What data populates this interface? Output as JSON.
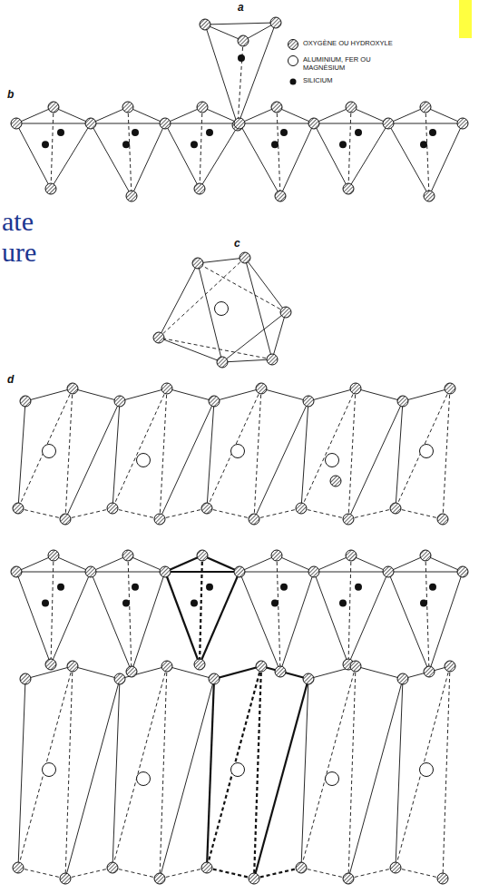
{
  "diagram": {
    "labels": [
      "a",
      "b",
      "c",
      "d",
      "ate",
      "ure"
    ],
    "legend": [
      {
        "text": "OXYGÈNE OU HYDROXYLE"
      },
      {
        "text": "ALUMINIUM, FER OU MAGNÈSIUM"
      },
      {
        "text": "SILICIUM"
      }
    ]
  }
}
